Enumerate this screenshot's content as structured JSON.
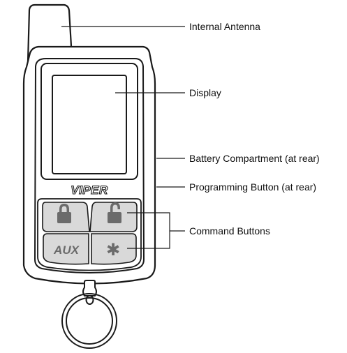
{
  "brand": "VIPER",
  "labels": {
    "antenna": "Internal Antenna",
    "display": "Display",
    "battery": "Battery Compartment (at rear)",
    "programming": "Programming Button (at rear)",
    "command": "Command Buttons"
  },
  "buttons": {
    "aux": "AUX",
    "star": "✱"
  },
  "icons": {
    "lock": "lock-icon",
    "unlock": "unlock-icon",
    "star": "star-icon"
  },
  "colors": {
    "outline": "#1a1a1a",
    "button_fill": "#d9d9d9",
    "button_glyph": "#6b6b6b",
    "background": "#ffffff"
  }
}
